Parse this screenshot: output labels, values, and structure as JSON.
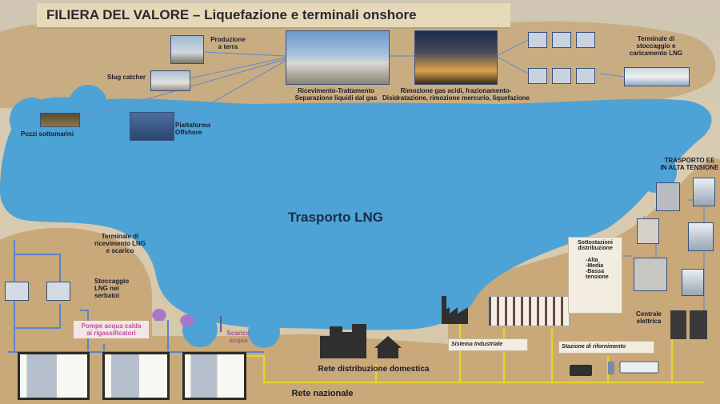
{
  "title": "FILIERA DEL VALORE – Liquefazione e terminali onshore",
  "nodes": {
    "produzione": "Produzione\na terra",
    "slug": "Slug catcher",
    "pozzi": "Pozzi sottomarini",
    "piattaforma": "Piattaforma\nOffshore",
    "ricevimento": "Ricevimento-Trattamento\nSeparazione liquidi dal gas",
    "rimozione": "Rimozione gas acidi, frazionamento-\nDisidratazione, rimozione mercurio, liquefazione",
    "terminale_stoccaggio": "Terminale di\nstoccaggio e\ncaricamento LNG",
    "trasporto_lng": "Trasporto LNG",
    "terminale_ricevimento": "Terminale di\nricevimento LNG\ne scarico",
    "stoccaggio": "Stoccaggio\nLNG nei\nserbatoi",
    "pompe": "Pompe acqua calda\nai rigassificatori",
    "scarico": "Scarico\nacqua",
    "rete_domestica": "Rete distribuzione domestica",
    "rete_nazionale": "Rete nazionale",
    "sistema_industriale": "Sistema Industriale",
    "stazione": "Stazione di rifornimento",
    "trasporto_ee": "TRASPORTO EE\nIN ALTA TENSIONE",
    "sottostazioni": "Sottostazioni\ndistribuzione",
    "tensioni": "-Alta\n-Media\n-Bassa\n tensione",
    "centrale": "Centrale\nelettrica"
  },
  "colors": {
    "sea": "#4da3d6",
    "cloud_top": "#c9ad82",
    "pipe_yellow": "#e8d42a",
    "pipe_blue": "#5b84c8",
    "title_text": "#2a2833"
  }
}
